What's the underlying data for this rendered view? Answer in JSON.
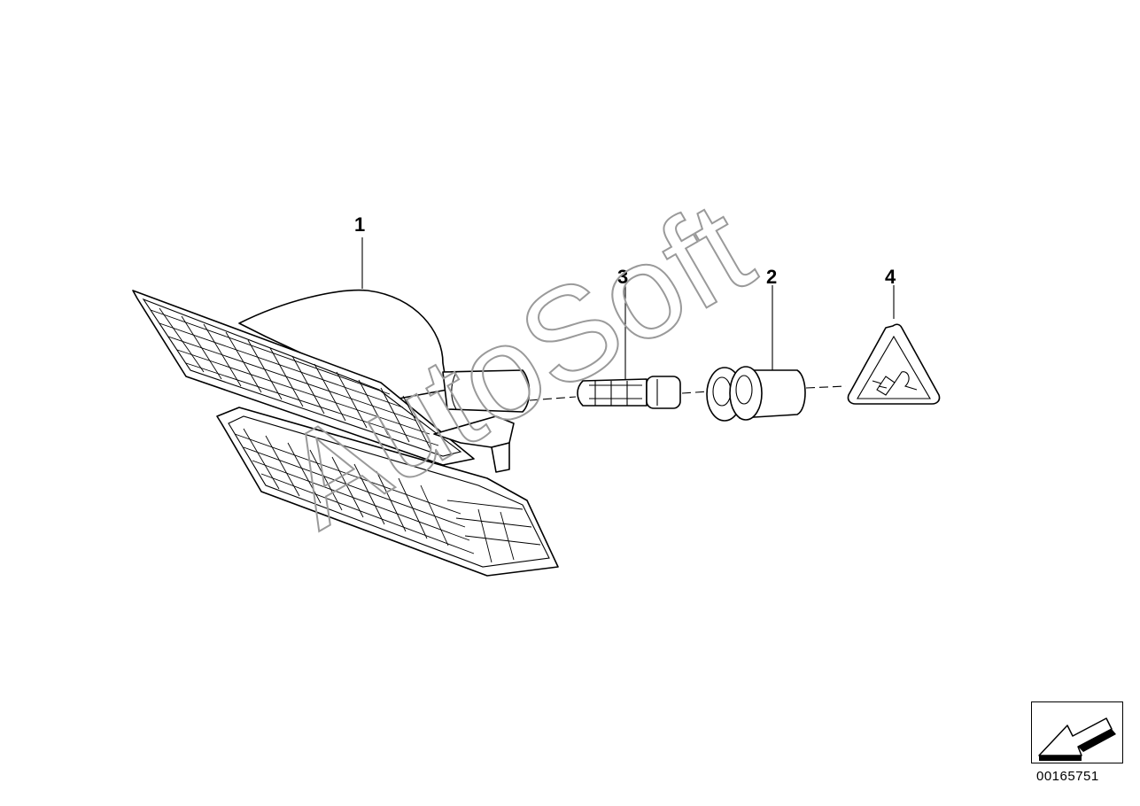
{
  "callouts": [
    {
      "label": "1",
      "part": "indicator-lamp"
    },
    {
      "label": "3",
      "part": "bulb"
    },
    {
      "label": "2",
      "part": "bulb-socket"
    },
    {
      "label": "4",
      "part": "warning-symbol"
    }
  ],
  "watermark": "AutoSoft",
  "diagram_number": "00165751",
  "nav_icon": "arrow-back-icon"
}
